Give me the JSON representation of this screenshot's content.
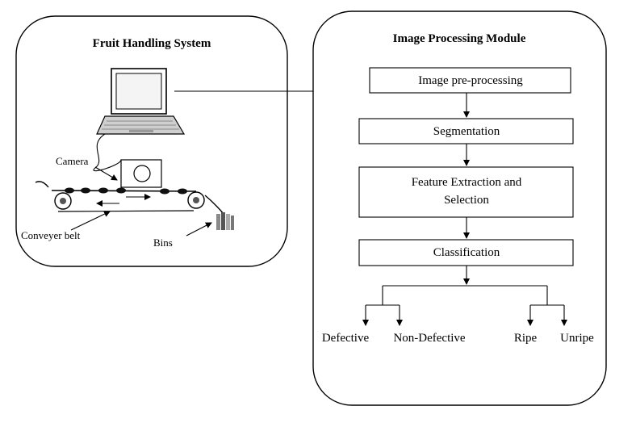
{
  "left_panel": {
    "title": "Fruit Handling System",
    "labels": {
      "camera": "Camera",
      "conveyer_belt": "Conveyer belt",
      "bins": "Bins"
    },
    "icons": [
      "computer-icon",
      "camera-icon",
      "conveyer-belt-icon",
      "bins-icon"
    ]
  },
  "right_panel": {
    "title": "Image Processing Module",
    "steps": {
      "preprocessing": "Image pre-processing",
      "segmentation": "Segmentation",
      "feature_line1": "Feature Extraction and",
      "feature_line2": "Selection",
      "classification": "Classification"
    },
    "outputs": {
      "defective": "Defective",
      "non_defective": "Non-Defective",
      "ripe": "Ripe",
      "unripe": "Unripe"
    }
  }
}
